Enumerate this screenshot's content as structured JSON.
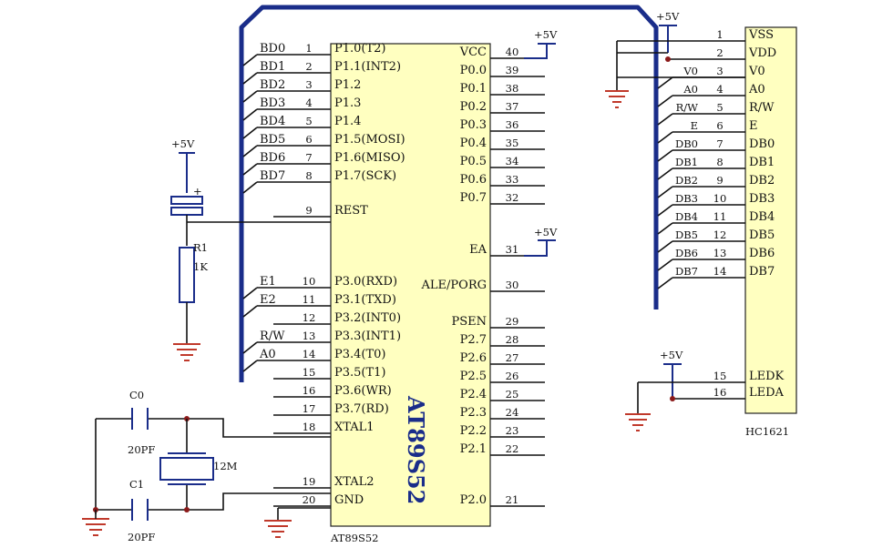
{
  "mcu": {
    "name": "AT89S52",
    "label_bottom": "AT89S52",
    "left_pins": [
      {
        "num": "1",
        "name": "P1.0(T2)",
        "net": "BD0"
      },
      {
        "num": "2",
        "name": "P1.1(INT2)",
        "net": "BD1"
      },
      {
        "num": "3",
        "name": "P1.2",
        "net": "BD2"
      },
      {
        "num": "4",
        "name": "P1.3",
        "net": "BD3"
      },
      {
        "num": "5",
        "name": "P1.4",
        "net": "BD4"
      },
      {
        "num": "6",
        "name": "P1.5(MOSI)",
        "net": "BD5"
      },
      {
        "num": "7",
        "name": "P1.6(MISO)",
        "net": "BD6"
      },
      {
        "num": "8",
        "name": "P1.7(SCK)",
        "net": "BD7"
      },
      {
        "num": "9",
        "name": "REST",
        "net": ""
      },
      {
        "num": "10",
        "name": "P3.0(RXD)",
        "net": "E1"
      },
      {
        "num": "11",
        "name": "P3.1(TXD)",
        "net": "E2"
      },
      {
        "num": "12",
        "name": "P3.2(INT0)",
        "net": ""
      },
      {
        "num": "13",
        "name": "P3.3(INT1)",
        "net": "R/W"
      },
      {
        "num": "14",
        "name": "P3.4(T0)",
        "net": "A0"
      },
      {
        "num": "15",
        "name": "P3.5(T1)",
        "net": ""
      },
      {
        "num": "16",
        "name": "P3.6(WR)",
        "net": ""
      },
      {
        "num": "17",
        "name": "P3.7(RD)",
        "net": ""
      },
      {
        "num": "18",
        "name": "XTAL1",
        "net": ""
      },
      {
        "num": "19",
        "name": "XTAL2",
        "net": ""
      },
      {
        "num": "20",
        "name": "GND",
        "net": ""
      }
    ],
    "right_pins": [
      {
        "num": "40",
        "name": "VCC"
      },
      {
        "num": "39",
        "name": "P0.0"
      },
      {
        "num": "38",
        "name": "P0.1"
      },
      {
        "num": "37",
        "name": "P0.2"
      },
      {
        "num": "36",
        "name": "P0.3"
      },
      {
        "num": "35",
        "name": "P0.4"
      },
      {
        "num": "34",
        "name": "P0.5"
      },
      {
        "num": "33",
        "name": "P0.6"
      },
      {
        "num": "32",
        "name": "P0.7"
      },
      {
        "num": "31",
        "name": "EA"
      },
      {
        "num": "30",
        "name": "ALE/PORG"
      },
      {
        "num": "29",
        "name": "PSEN"
      },
      {
        "num": "28",
        "name": "P2.7"
      },
      {
        "num": "27",
        "name": "P2.6"
      },
      {
        "num": "26",
        "name": "P2.5"
      },
      {
        "num": "25",
        "name": "P2.4"
      },
      {
        "num": "24",
        "name": "P2.3"
      },
      {
        "num": "23",
        "name": "P2.2"
      },
      {
        "num": "22",
        "name": "P2.1"
      },
      {
        "num": "21",
        "name": "P2.0"
      }
    ]
  },
  "lcd": {
    "name": "HC1621",
    "pins": [
      {
        "num": "1",
        "name": "VSS",
        "net": ""
      },
      {
        "num": "2",
        "name": "VDD",
        "net": ""
      },
      {
        "num": "3",
        "name": "V0",
        "net": "V0"
      },
      {
        "num": "4",
        "name": "A0",
        "net": "A0"
      },
      {
        "num": "5",
        "name": "R/W",
        "net": "R/W"
      },
      {
        "num": "6",
        "name": "E",
        "net": "E"
      },
      {
        "num": "7",
        "name": "DB0",
        "net": "DB0"
      },
      {
        "num": "8",
        "name": "DB1",
        "net": "DB1"
      },
      {
        "num": "9",
        "name": "DB2",
        "net": "DB2"
      },
      {
        "num": "10",
        "name": "DB3",
        "net": "DB3"
      },
      {
        "num": "11",
        "name": "DB4",
        "net": "DB4"
      },
      {
        "num": "12",
        "name": "DB5",
        "net": "DB5"
      },
      {
        "num": "13",
        "name": "DB6",
        "net": "DB6"
      },
      {
        "num": "14",
        "name": "DB7",
        "net": "DB7"
      },
      {
        "num": "15",
        "name": "LEDK",
        "net": ""
      },
      {
        "num": "16",
        "name": "LEDA",
        "net": ""
      }
    ]
  },
  "power": {
    "label": "+5V"
  },
  "reset": {
    "resistor_ref": "R1",
    "resistor_value": "1K",
    "cap_polarity": "+"
  },
  "crystal": {
    "value": "12M",
    "c0_ref": "C0",
    "c0_value": "20PF",
    "c1_ref": "C1",
    "c1_value": "20PF"
  }
}
